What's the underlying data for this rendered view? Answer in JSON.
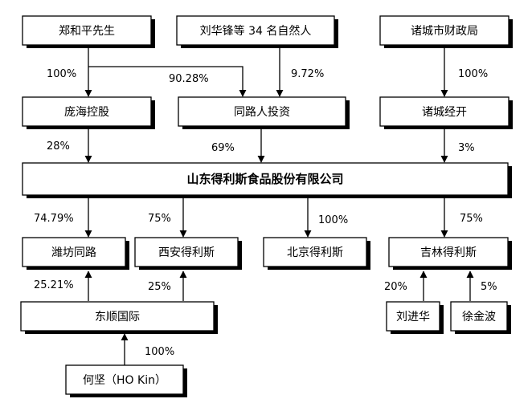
{
  "nodes": {
    "zheng": "郑和平先生",
    "liu34": "刘华锋等 34 名自然人",
    "zhucheng_finance": "诸城市财政局",
    "panghai": "庞海控股",
    "tonglu": "同路人投资",
    "zhucheng_dev": "诸城经开",
    "main": "山东得利斯食品股份有限公司",
    "weifang": "潍坊同路",
    "xian": "西安得利斯",
    "beijing": "北京得利斯",
    "jilin": "吉林得利斯",
    "dongshun": "东顺国际",
    "liujinhua": "刘进华",
    "xujinbo": "徐金波",
    "hejian": "何坚（HO Kin）"
  },
  "edges": {
    "zheng_panghai": "100%",
    "zheng_tonglu": "90.28%",
    "liu34_tonglu": "9.72%",
    "finance_dev": "100%",
    "panghai_main": "28%",
    "tonglu_main": "69%",
    "dev_main": "3%",
    "main_weifang": "74.79%",
    "main_xian": "75%",
    "main_beijing": "100%",
    "main_jilin": "75%",
    "dongshun_weifang": "25.21%",
    "dongshun_xian": "25%",
    "liujinhua_jilin": "20%",
    "xujinbo_jilin": "5%",
    "hejian_dongshun": "100%"
  }
}
